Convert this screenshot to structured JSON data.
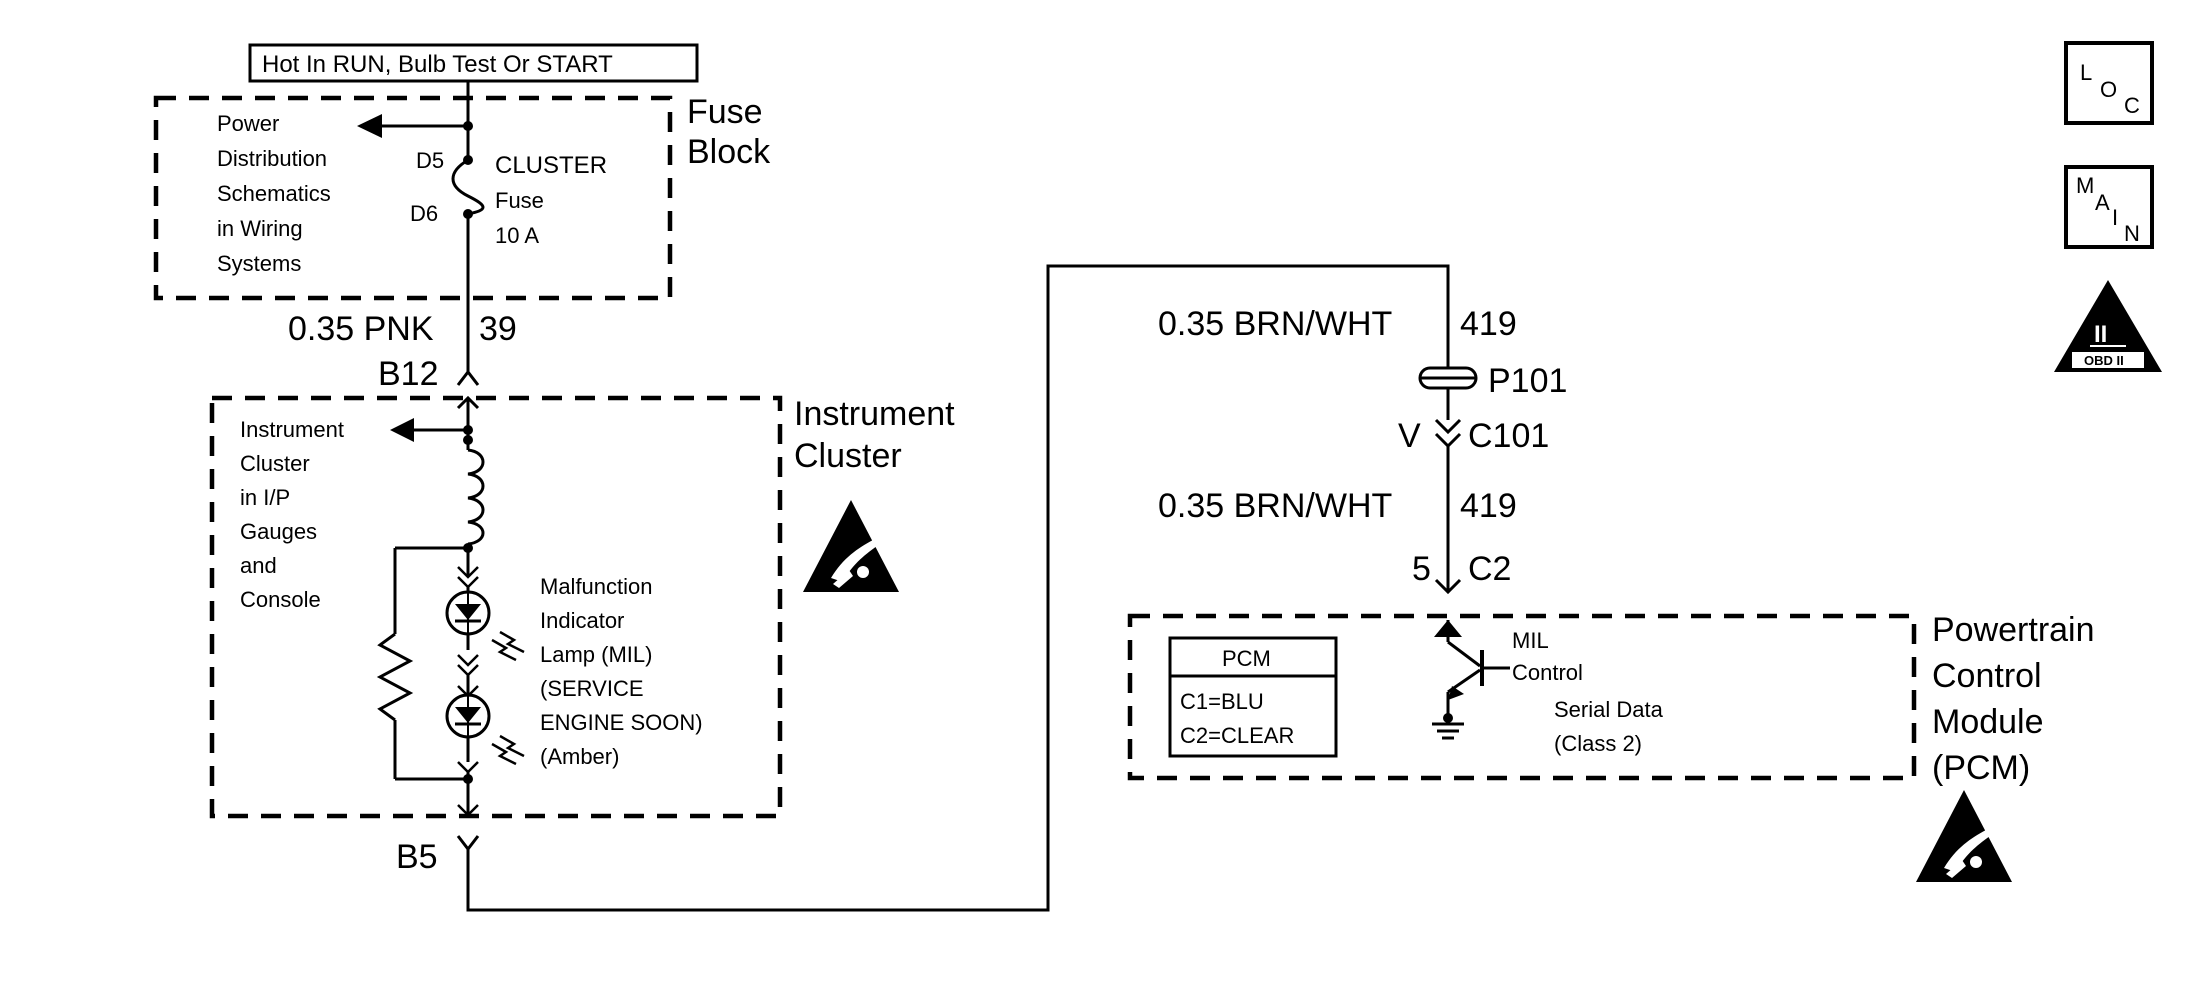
{
  "header": {
    "power_label": "Hot In RUN, Bulb Test Or START"
  },
  "fuse_block": {
    "title_line1": "Fuse",
    "title_line2": "Block",
    "ref_lines": [
      "Power",
      "Distribution",
      "Schematics",
      "in Wiring",
      "Systems"
    ],
    "pin_top": "D5",
    "pin_bottom": "D6",
    "fuse_name": "CLUSTER",
    "fuse_word": "Fuse",
    "fuse_rating": "10 A"
  },
  "wire_pnk": {
    "gauge_color": "0.35 PNK",
    "circuit": "39"
  },
  "instrument_cluster": {
    "connector_in": "B12",
    "connector_out": "B5",
    "title_line1": "Instrument",
    "title_line2": "Cluster",
    "ref_lines": [
      "Instrument",
      "Cluster",
      "in I/P",
      "Gauges",
      "and",
      "Console"
    ],
    "mil_lines": [
      "Malfunction",
      "Indicator",
      "Lamp (MIL)",
      "(SERVICE",
      "ENGINE SOON)",
      "(Amber)"
    ]
  },
  "wire_brn_upper": {
    "gauge_color": "0.35 BRN/WHT",
    "circuit": "419"
  },
  "splice": {
    "label": "P101"
  },
  "inline_connector": {
    "pin": "V",
    "label": "C101"
  },
  "wire_brn_lower": {
    "gauge_color": "0.35 BRN/WHT",
    "circuit": "419"
  },
  "pcm_connector": {
    "pin": "5",
    "label": "C2"
  },
  "pcm": {
    "title_lines": [
      "Powertrain",
      "Control",
      "Module",
      "(PCM)"
    ],
    "legend_title": "PCM",
    "legend_lines": [
      "C1=BLU",
      "C2=CLEAR"
    ],
    "mil_control_lines": [
      "MIL",
      "Control"
    ],
    "serial_lines": [
      "Serial Data",
      "(Class 2)"
    ]
  },
  "nav_icons": {
    "loc": [
      "L",
      "O",
      "C"
    ],
    "main": [
      "M",
      "A",
      "I",
      "N"
    ],
    "obd": {
      "numeral": "II",
      "caption": "OBD II"
    }
  }
}
